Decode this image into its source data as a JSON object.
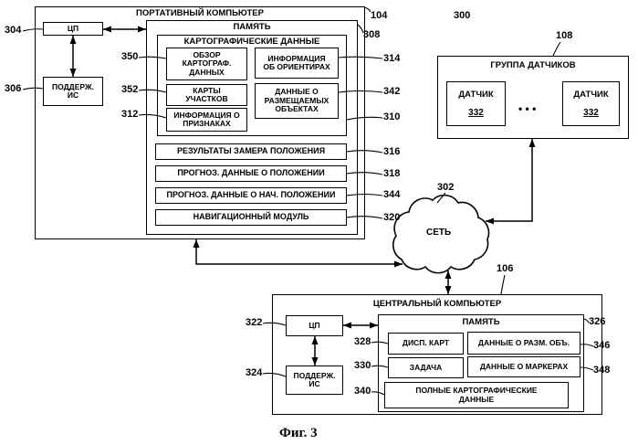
{
  "figure": {
    "ref": "300",
    "caption": "Фиг. 3"
  },
  "portable_computer": {
    "title": "ПОРТАТИВНЫЙ КОМПЬЮТЕР",
    "ref": "104",
    "cpu": {
      "label": "ЦП",
      "ref": "304"
    },
    "support_ic": {
      "label": "ПОДДЕРЖ.\nИС",
      "ref": "306"
    },
    "memory": {
      "title": "ПАМЯТЬ",
      "ref": "308",
      "cartographic_data": {
        "title": "КАРТОГРАФИЧЕСКИЕ ДАННЫЕ",
        "ref": "310",
        "map_overview": {
          "label": "ОБЗОР\nКАРТОГРАФ.\nДАННЫХ",
          "ref": "350"
        },
        "landmark_info": {
          "label": "ИНФОРМАЦИЯ\nОБ ОРИЕНТИРАХ",
          "ref": "314"
        },
        "area_maps": {
          "label": "КАРТЫ\nУЧАСТКОВ",
          "ref": "352"
        },
        "placed_objects": {
          "label": "ДАННЫЕ О\nРАЗМЕЩАЕМЫХ\nОБЪЕКТАХ",
          "ref": "342"
        },
        "feature_info": {
          "label": "ИНФОРМАЦИЯ О\nПРИЗНАКАХ",
          "ref": "312"
        }
      },
      "position_measurements": {
        "label": "РЕЗУЛЬТАТЫ ЗАМЕРА ПОЛОЖЕНИЯ",
        "ref": "316"
      },
      "predicted_position": {
        "label": "ПРОГНОЗ. ДАННЫЕ О ПОЛОЖЕНИИ",
        "ref": "318"
      },
      "predicted_initial_position": {
        "label": "ПРОГНОЗ. ДАННЫЕ О НАЧ. ПОЛОЖЕНИИ",
        "ref": "344"
      },
      "navigation_module": {
        "label": "НАВИГАЦИОННЫЙ МОДУЛЬ",
        "ref": "320"
      }
    }
  },
  "sensor_group": {
    "title": "ГРУППА ДАТЧИКОВ",
    "ref": "108",
    "sensors": [
      {
        "label": "ДАТЧИК",
        "ref": "332"
      },
      {
        "label": "ДАТЧИК",
        "ref": "332"
      }
    ],
    "ellipsis": "• • •"
  },
  "network": {
    "label": "СЕТЬ",
    "ref": "302"
  },
  "central_computer": {
    "title": "ЦЕНТРАЛЬНЫЙ КОМПЬЮТЕР",
    "ref": "106",
    "cpu": {
      "label": "ЦП",
      "ref": "322"
    },
    "support_ic": {
      "label": "ПОДДЕРЖ.\nИС",
      "ref": "324"
    },
    "memory": {
      "title": "ПАМЯТЬ",
      "ref": "326",
      "map_dispatcher": {
        "label": "ДИСП. КАРТ",
        "ref": "328"
      },
      "placed_object_data": {
        "label": "ДАННЫЕ О РАЗМ. ОБЪ.",
        "ref": "346"
      },
      "task": {
        "label": "ЗАДАЧА",
        "ref": "330"
      },
      "marker_data": {
        "label": "ДАННЫЕ О МАРКЕРАХ",
        "ref": "348"
      },
      "full_cartographic_data": {
        "label": "ПОЛНЫЕ КАРТОГРАФИЧЕСКИЕ\nДАННЫЕ",
        "ref": "340"
      }
    }
  }
}
